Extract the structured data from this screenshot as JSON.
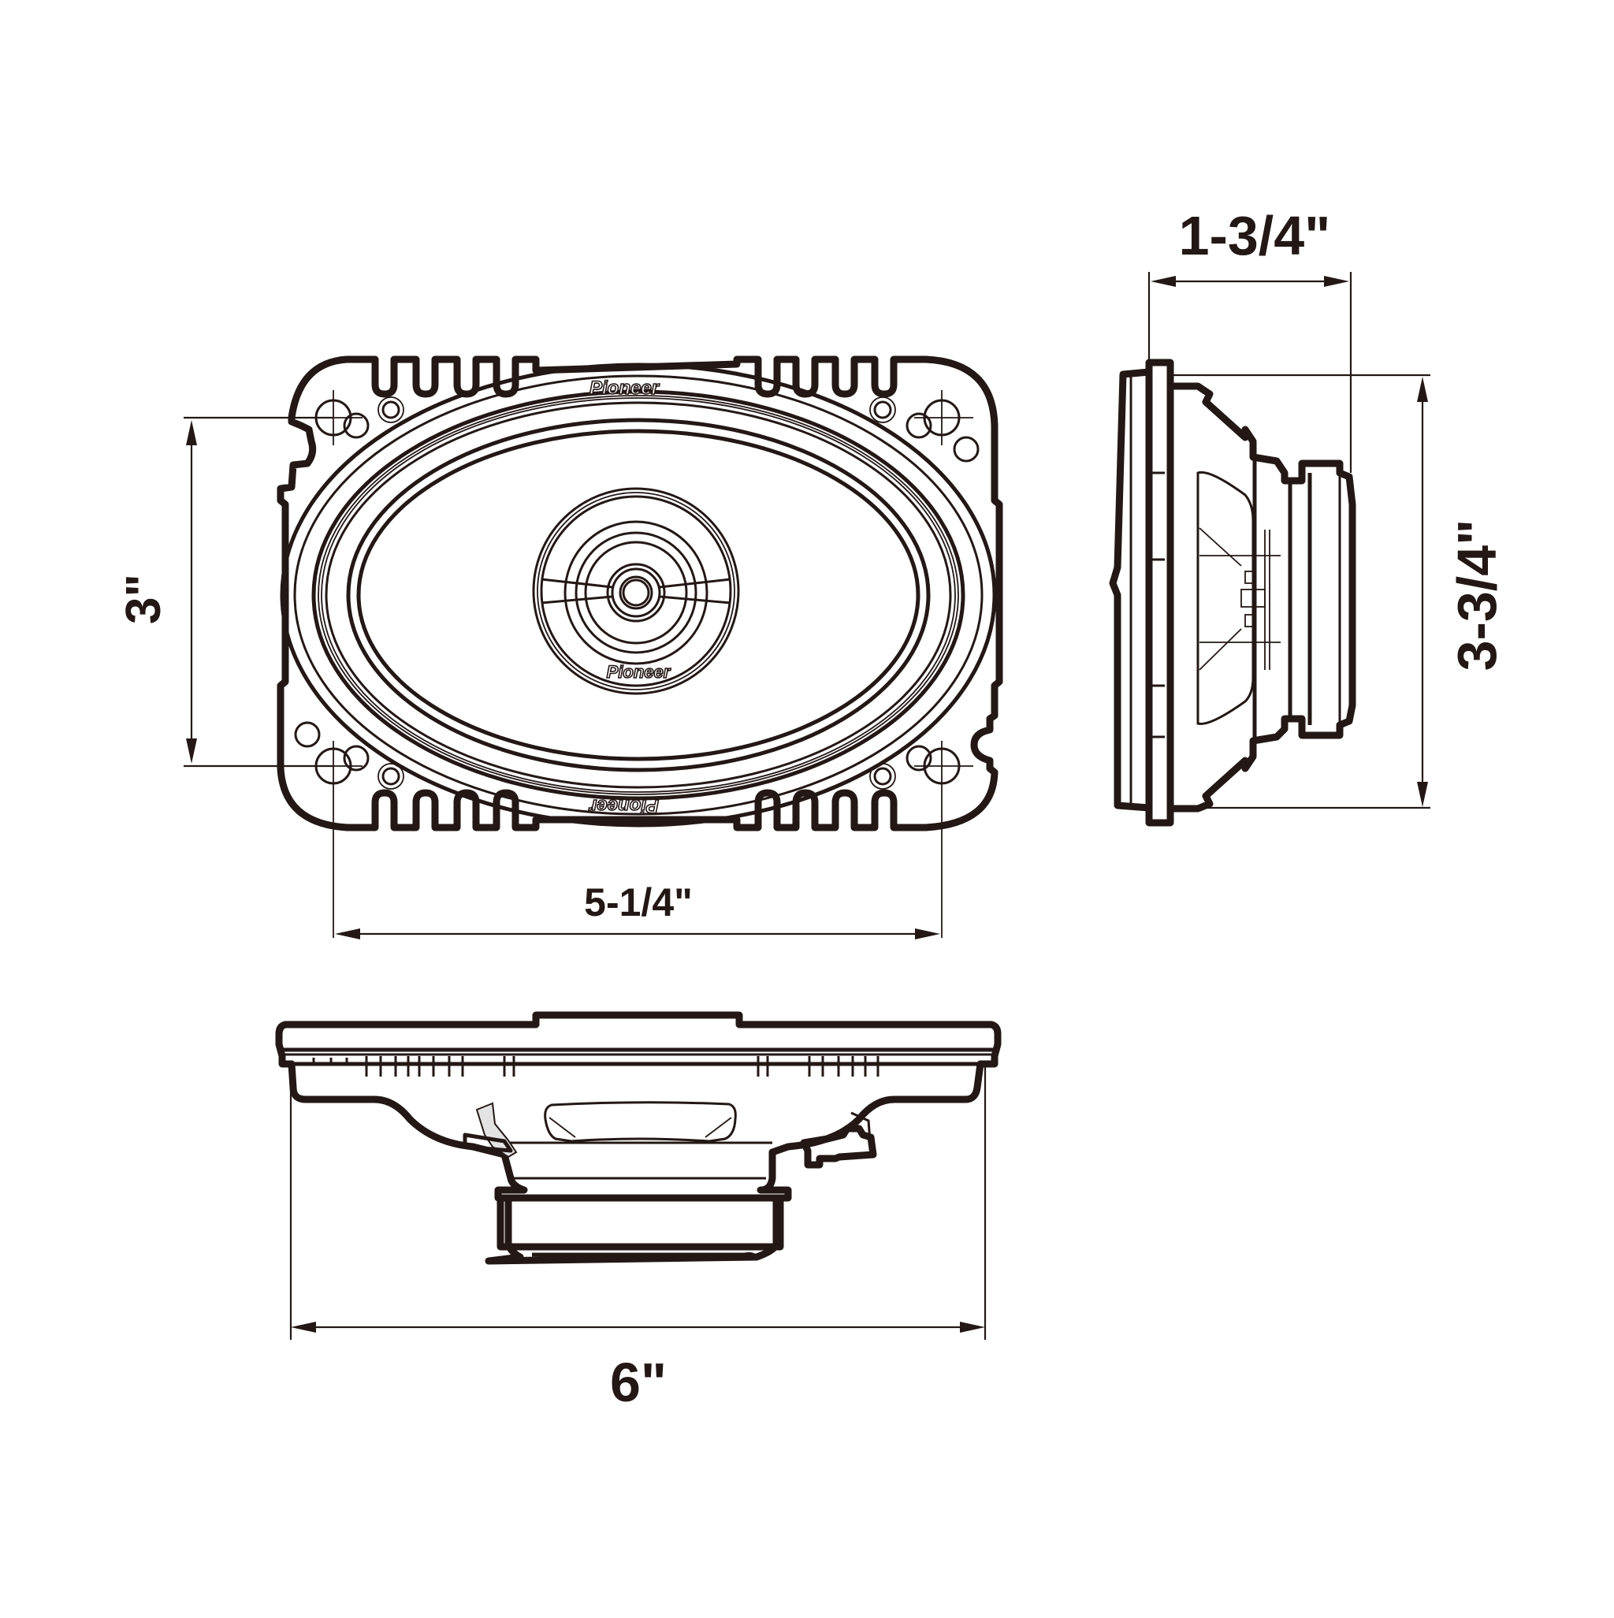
{
  "diagram": {
    "subject": "4x6 inch two-way coaxial car speaker dimension drawing",
    "brand_logo": "Pioneer",
    "colors": {
      "line": "#231815",
      "background": "#ffffff",
      "accent_fill": "#e3e3e3"
    },
    "views": {
      "front": {
        "label": "front-view",
        "logos": [
          "Pioneer",
          "Pioneer",
          "Pioneer"
        ],
        "dimensions": {
          "mounting_width": "5-1/4\"",
          "mounting_height": "3\""
        }
      },
      "side": {
        "label": "side-view",
        "dimensions": {
          "mounting_depth": "1-3/4\"",
          "overall_height": "3-3/4\""
        }
      },
      "bottom": {
        "label": "bottom-view",
        "dimensions": {
          "overall_width": "6\""
        }
      }
    }
  }
}
